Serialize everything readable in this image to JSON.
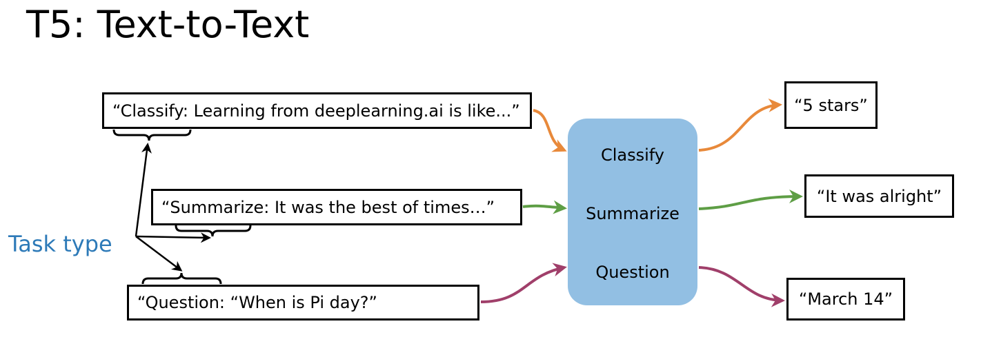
{
  "title": "T5: Text-to-Text",
  "task_type_label": "Task type",
  "inputs": [
    "“Classify: Learning from deeplearning.ai is like...”",
    "“Summarize: It was the best of times…”",
    "“Question: “When is Pi day?”"
  ],
  "model_tasks": [
    "Classify",
    "Summarize",
    "Question"
  ],
  "outputs": [
    "“5 stars”",
    "“It was alright”",
    "“March 14”"
  ],
  "colors": {
    "classify": "#e8893a",
    "summarize": "#5e9e45",
    "question": "#a03f6a",
    "model_fill": "#92bfe3",
    "task_label": "#2d7ab8"
  }
}
